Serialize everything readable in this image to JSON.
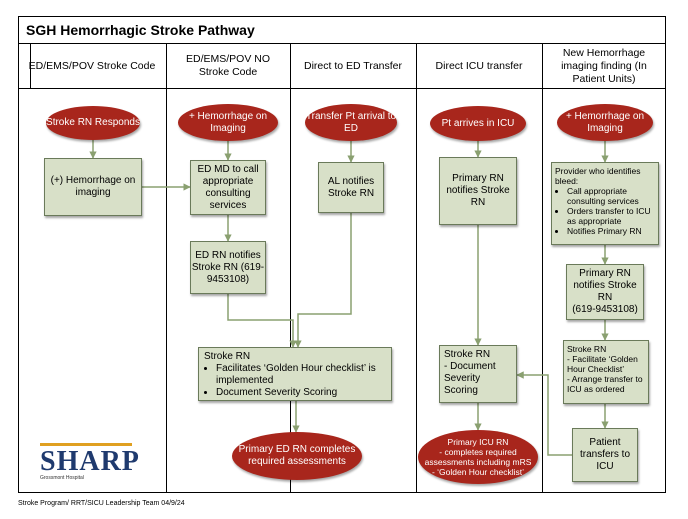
{
  "title": "SGH Hemorrhagic Stroke Pathway",
  "columns": [
    "ED/EMS/POV Stroke Code",
    "ED/EMS/POV NO Stroke Code",
    "Direct to ED Transfer",
    "Direct ICU transfer",
    "New Hemorrhage imaging finding (In Patient Units)"
  ],
  "col1": {
    "start": "Stroke RN Responds",
    "imaging": "(+) Hemorrhage on imaging"
  },
  "col2": {
    "start": "+ Hemorrhage on Imaging",
    "ed_md": "ED MD to call appropriate consulting services",
    "ed_rn": "ED RN notifies Stroke RN (619-9453108)"
  },
  "col3": {
    "start": "Transfer Pt arrival to ED",
    "al": "AL notifies Stroke RN"
  },
  "stroke_rn_box": {
    "title": "Stroke RN",
    "items": [
      "Facilitates ‘Golden Hour checklist’ is implemented",
      "Document Severity Scoring"
    ]
  },
  "primary_ed": "Primary ED RN completes required assessments",
  "col4": {
    "start": "Pt arrives in ICU",
    "primary": "Primary RN notifies Stroke RN",
    "stroke_title": "Stroke RN",
    "stroke_line": "-  Document Severity Scoring",
    "end_title": "Primary ICU RN",
    "end_line1": "- completes required assessments including mRS",
    "end_line2": "- ‘Golden Hour checklist’"
  },
  "col5": {
    "start": "+ Hemorrhage on Imaging",
    "provider_intro": "Provider who identifies bleed:",
    "provider_items": [
      "Call appropriate consulting services",
      "Orders transfer to ICU as appropriate",
      "Notifies Primary RN"
    ],
    "primary": "Primary RN notifies Stroke RN",
    "primary_phone": "(619-9453108)",
    "stroke_title": "Stroke RN",
    "stroke_line1": "- Facilitate ‘Golden Hour Checklist’",
    "stroke_line2": "- Arrange transfer to ICU as ordered",
    "transfer": "Patient transfers to ICU"
  },
  "logo": {
    "word": "SHARP",
    "sub": "Grossmont Hospital"
  },
  "footer": "Stroke Program/ RRT/SICU Leadership Team 04/9/24",
  "colors": {
    "pill": "#a8261c",
    "box": "#d8e0c8",
    "arrow": "#8aa070",
    "logo": "#1f3a6e"
  }
}
